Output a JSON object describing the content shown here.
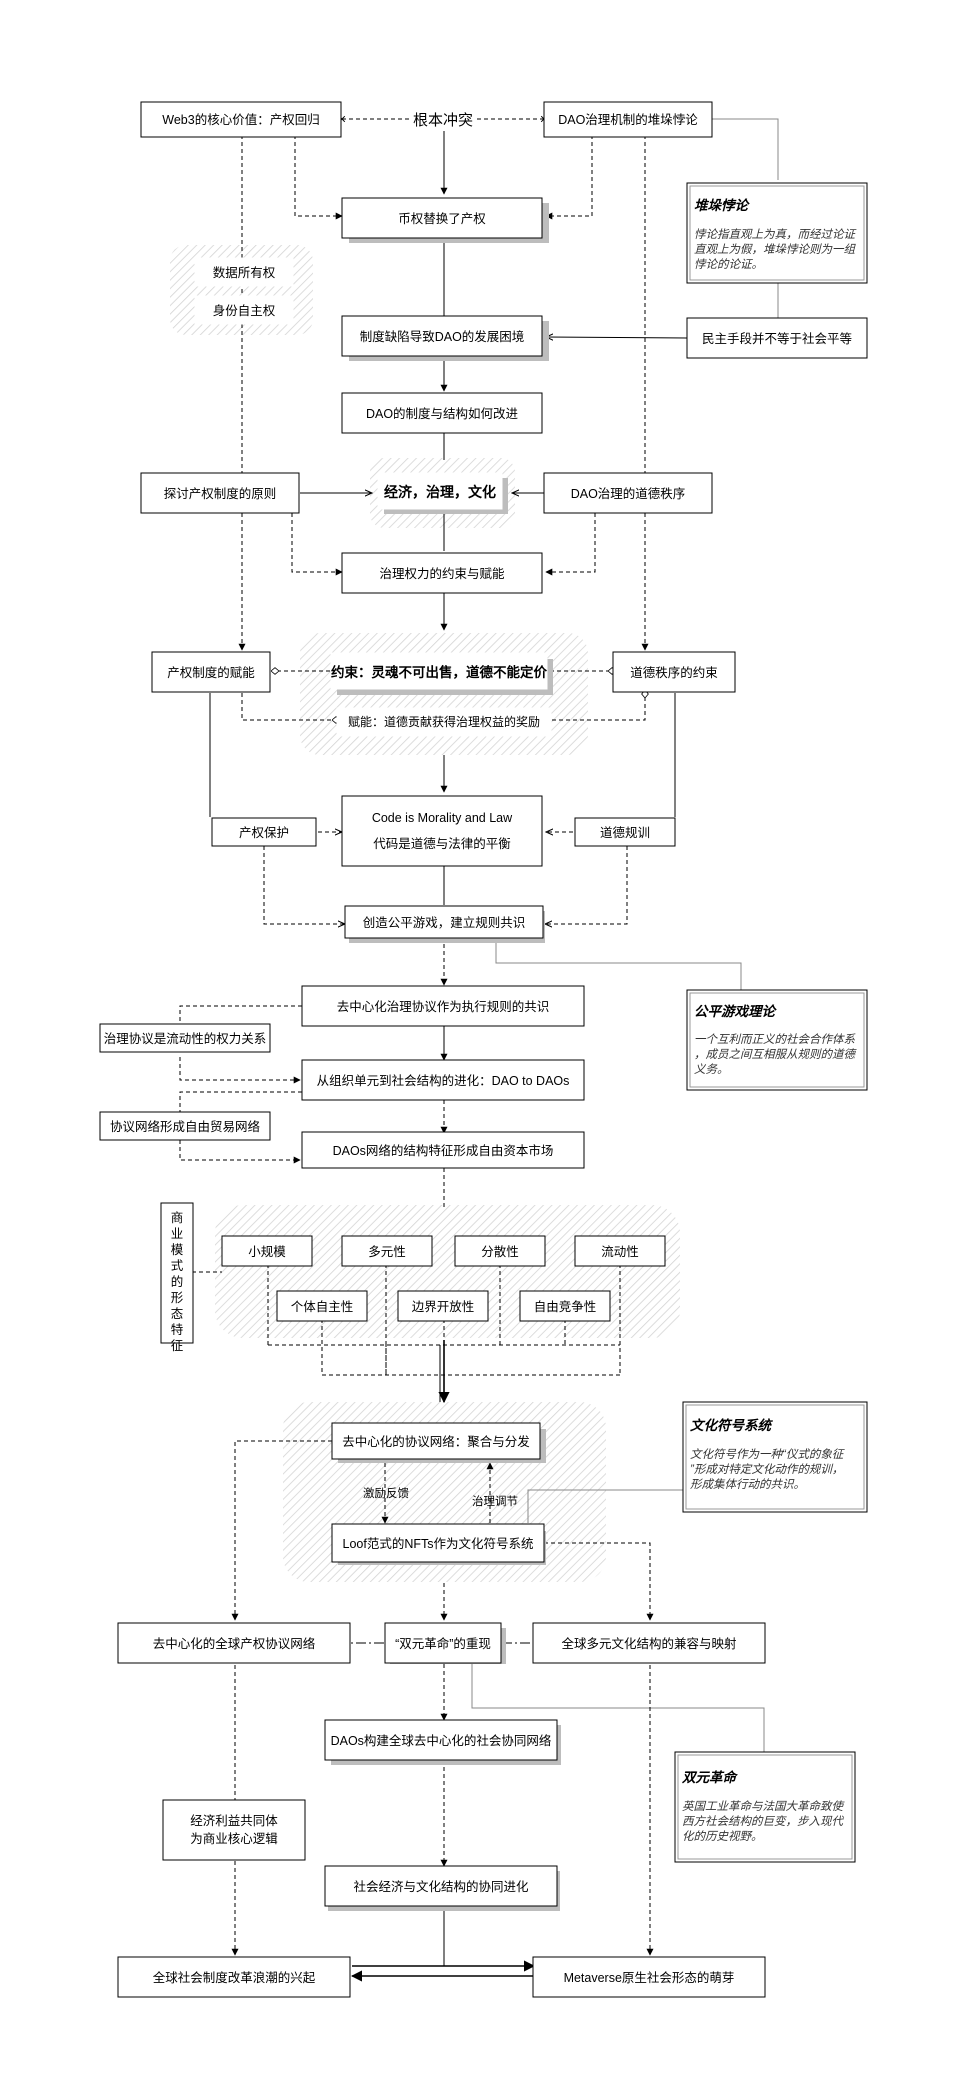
{
  "nodes": {
    "web3_core": "Web3的核心价值：产权回归",
    "conflict": "根本冲突",
    "dao_paradox": "DAO治理机制的堆垛悖论",
    "coin_replace": "币权替换了产权",
    "data_ownership": "数据所有权",
    "identity": "身份自主权",
    "paradox_title": "堆垛悖论",
    "paradox_desc": "悖论指直观上为真，而经过论证直观上为假，堆垛悖论则为一组悖论的论证。",
    "system_defect": "制度缺陷导致DAO的发展困境",
    "democracy": "民主手段并不等于社会平等",
    "improve": "DAO的制度与结构如何改进",
    "property_principle": "探讨产权制度的原则",
    "econ_gov_culture": "经济，治理，文化",
    "moral_order": "DAO治理的道德秩序",
    "gov_power": "治理权力的约束与赋能",
    "property_empower": "产权制度的赋能",
    "constraint": "约束：灵魂不可出售，道德不能定价",
    "moral_constraint": "道德秩序的约束",
    "empower": "赋能：道德贡献获得治理权益的奖励",
    "property_protect": "产权保护",
    "code_law_1": "Code is Morality and Law",
    "code_law_2": "代码是道德与法律的平衡",
    "moral_discipline": "道德规训",
    "fair_game": "创造公平游戏，建立规则共识",
    "fair_title": "公平游戏理论",
    "fair_desc": "一个互利而正义的社会合作体系，成员之间互相服从规则的道德义务。",
    "protocol_consensus": "去中心化治理协议作为执行规则的共识",
    "protocol_power": "治理协议是流动性的权力关系",
    "org_evolution": "从组织单元到社会结构的进化：DAO to DAOs",
    "free_trade": "协议网络形成自由贸易网络",
    "daos_market": "DAOs网络的结构特征形成自由资本市场",
    "biz_model": "商业模式的形态特征",
    "small": "小规模",
    "diverse": "多元性",
    "dispersed": "分散性",
    "liquidity": "流动性",
    "autonomy": "个体自主性",
    "open": "边界开放性",
    "competition": "自由竞争性",
    "aggregation": "去中心化的协议网络：聚合与分发",
    "incentive": "激励反馈",
    "regulate": "治理调节",
    "loot": "Loof范式的NFTs作为文化符号系统",
    "symbol_title": "文化符号系统",
    "symbol_desc": "文化符号作为一种“仪式的象征”形成对特定文化动作的规训，形成集体行动的共识。",
    "global_property": "去中心化的全球产权协议网络",
    "dual_rev": "“双元革命”的重现",
    "global_culture": "全球多元文化结构的兼容与映射",
    "dual_title": "双元革命",
    "dual_desc": "英国工业革命与法国大革命致使西方社会结构的巨变，步入现代化的历史视野。",
    "daos_global": "DAOs构建全球去中心化的社会协同网络",
    "econ_community": "经济利益共同体",
    "biz_logic": "为商业核心逻辑",
    "co_evolution": "社会经济与文化结构的协同进化",
    "reform": "全球社会制度改革浪潮的兴起",
    "metaverse": "Metaverse原生社会形态的萌芽"
  },
  "colors": {
    "stroke": "#000000",
    "hatch": "#dddddd",
    "shadow": "#bdbdbd",
    "note_text": "#333333",
    "dashed": "#555555"
  }
}
